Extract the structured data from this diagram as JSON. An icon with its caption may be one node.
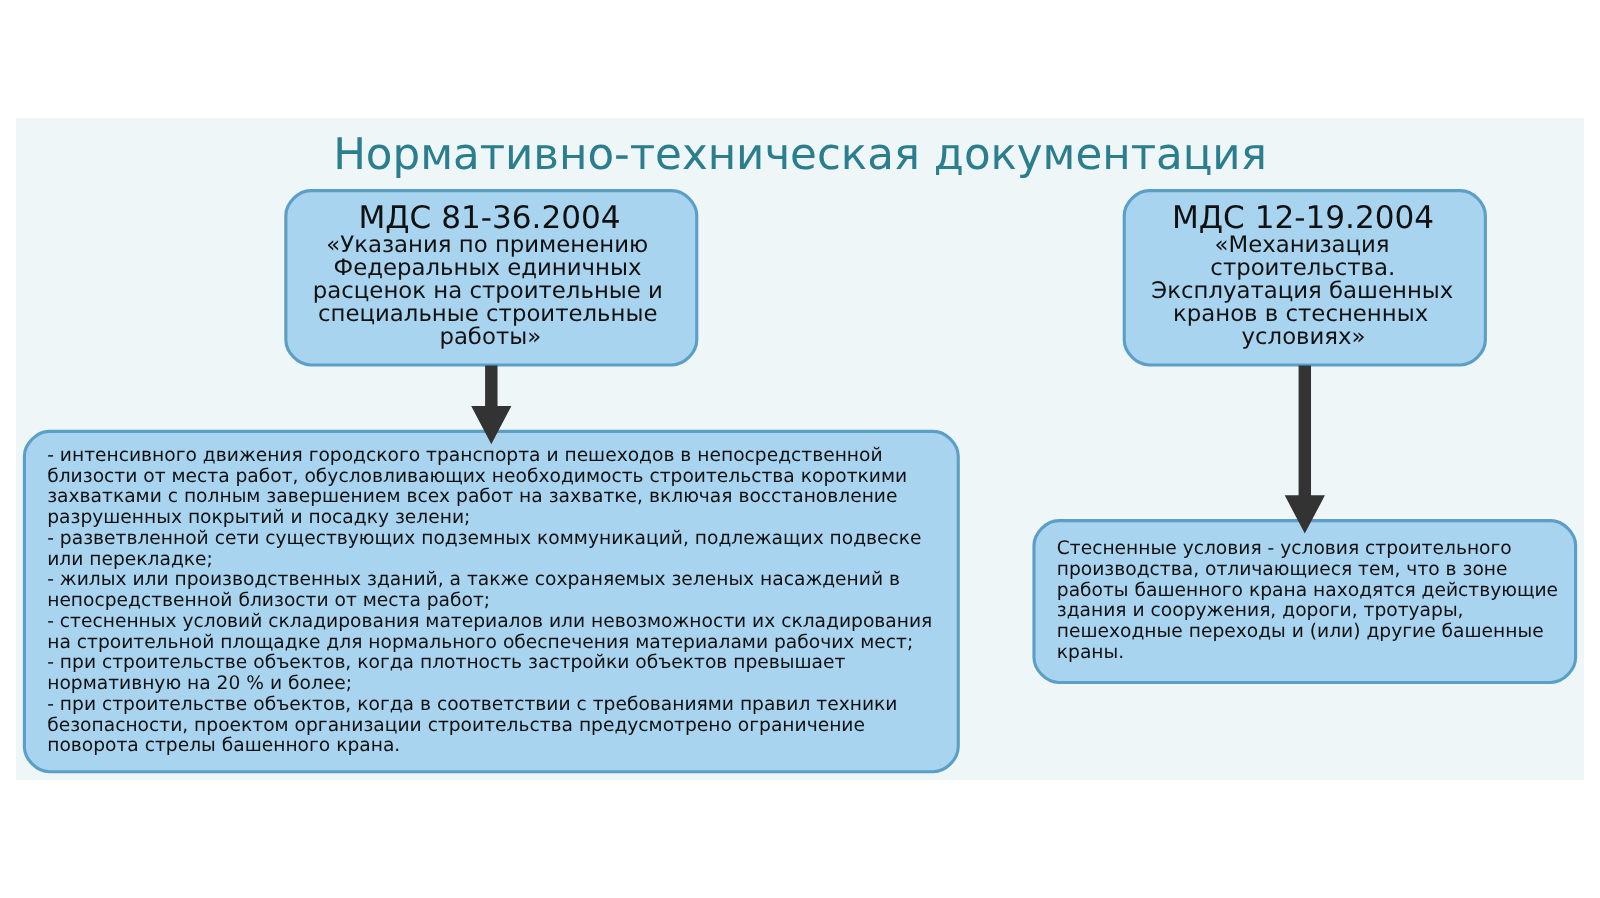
{
  "diagram": {
    "title": "Нормативно-техническая документация",
    "nodes": [
      {
        "text": [
          "МДС 81-36.2004",
          "«Указания по применению Федеральных единичных расценок на строительные и специальные строительные работы»"
        ]
      },
      {
        "text": [
          "МДС 12-19.2004",
          "«Механизация строительства. Эксплуатация башенных кранов в стесненных условиях»"
        ]
      },
      {
        "text": [
          "- интенсивного движения городского транспорта и пешеходов в непосредственной близости от места работ, обусловливающих необходимость строительства короткими захватками с полным завершением всех работ на захватке, включая восстановление разрушенных покрытий и посадку зелени;",
          "- разветвленной сети существующих подземных коммуникаций, подлежащих подвеске или перекладке;",
          "- жилых или производственных зданий, а также сохраняемых зеленых насаждений в непосредственной близости от места работ;",
          "- стесненных условий складирования материалов или невозможности их складирования на строительной площадке для нормального обеспечения материалами рабочих мест;",
          "- при строительстве объектов, когда плотность застройки объектов превышает нормативную на 20 % и более;",
          "- при строительстве объектов, когда в соответствии с требованиями правил техники безопасности, проектом организации строительства предусмотрено ограничение поворота стрелы башенного крана."
        ]
      },
      {
        "text": [
          "Стесненные условия - условия строительного производства, отличающиеся тем, что в зоне работы башенного крана находятся действующие здания и сооружения, дороги, тротуары, пешеходные переходы и (или) другие башенные краны."
        ]
      }
    ],
    "edges": [
      {
        "from": 0,
        "to": 2,
        "arrow": "to"
      },
      {
        "from": 1,
        "to": 3,
        "arrow": "to"
      }
    ]
  }
}
